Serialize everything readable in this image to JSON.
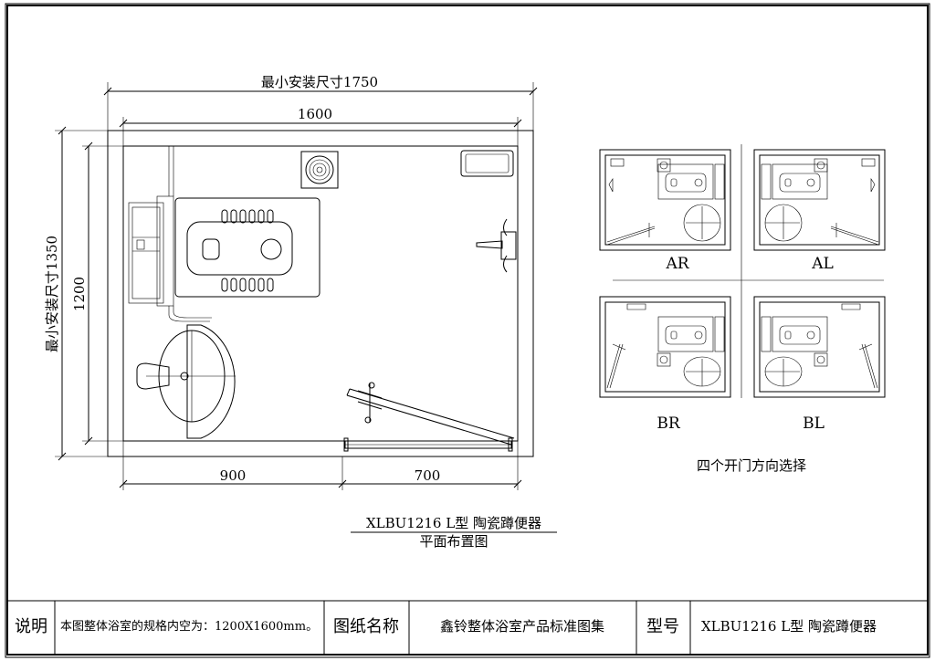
{
  "plan": {
    "dim_top_outer": "最小安装尺寸1750",
    "dim_top_inner": "1600",
    "dim_left_outer": "最小安装尺寸1350",
    "dim_left_inner": "1200",
    "dim_bottom_left": "900",
    "dim_bottom_right": "700",
    "title_line1": "XLBU1216 L型 陶瓷蹲便器",
    "title_line2": "平面布置图"
  },
  "variants": {
    "ar": "AR",
    "al": "AL",
    "br": "BR",
    "bl": "BL",
    "caption": "四个开门方向选择"
  },
  "title_block": {
    "note_label": "说明",
    "note_text": "本图整体浴室的规格内空为：1200X1600mm。",
    "drawing_name_label": "图纸名称",
    "drawing_name_value": "鑫铃整体浴室产品标准图集",
    "model_label": "型号",
    "model_value": "XLBU1216 L型 陶瓷蹲便器"
  }
}
